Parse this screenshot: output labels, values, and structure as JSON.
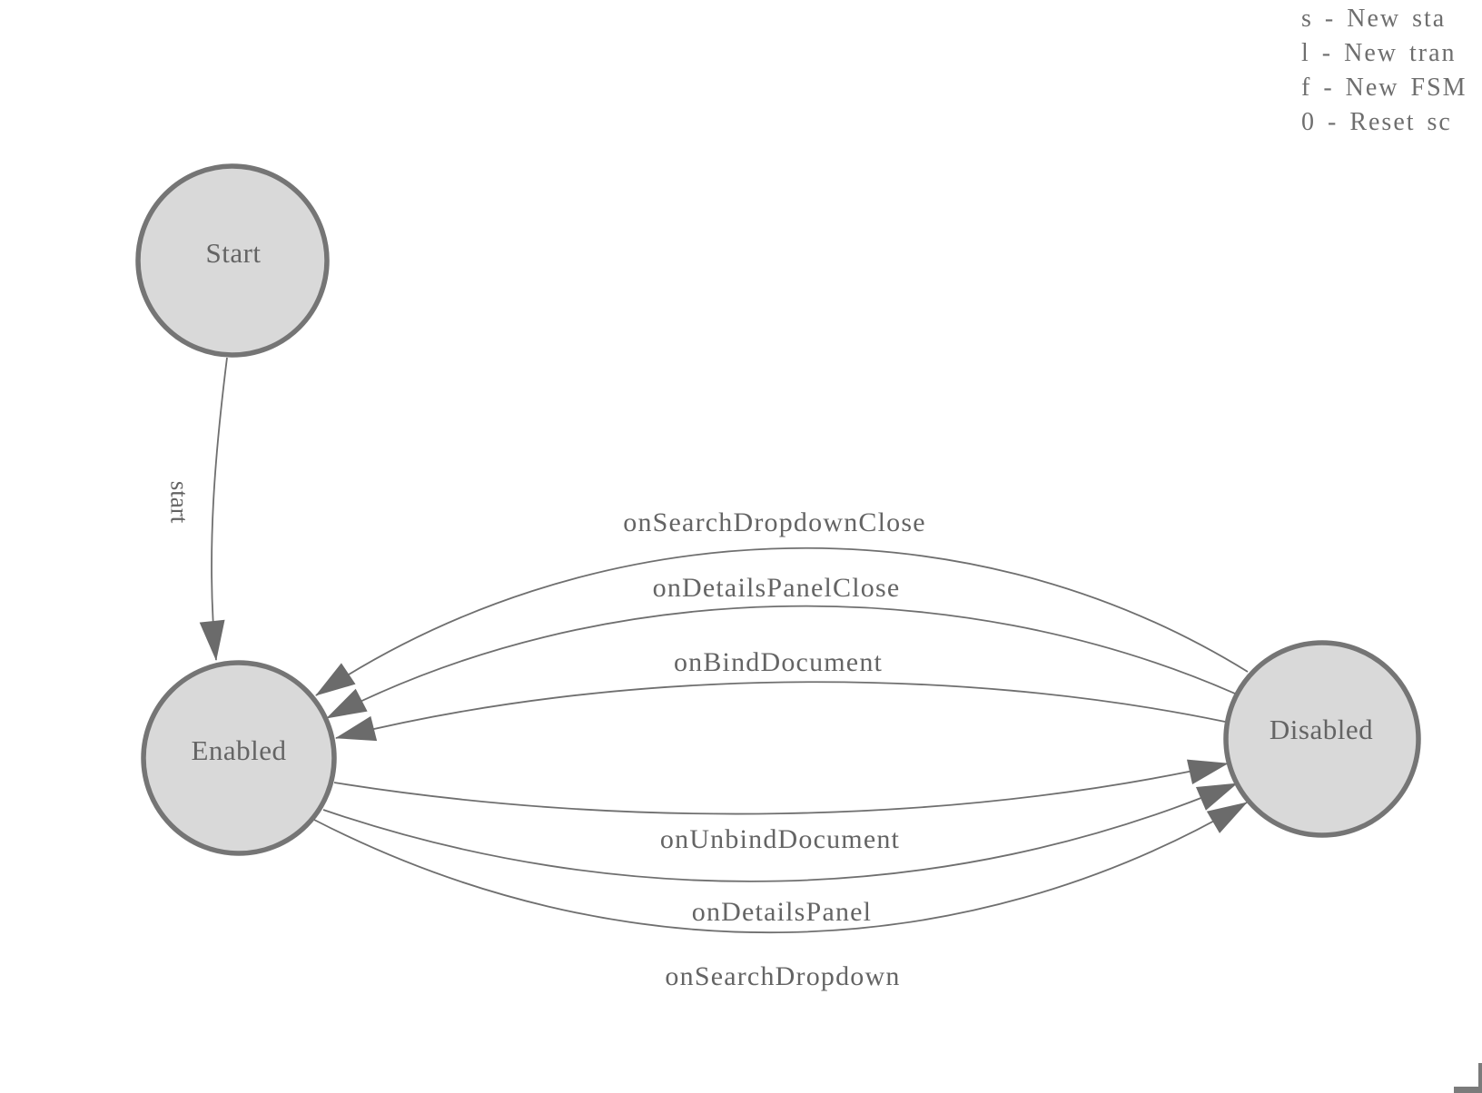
{
  "legend": {
    "lines": [
      "s - New sta",
      "l - New tran",
      "f - New FSM",
      "0 - Reset sc"
    ]
  },
  "diagram": {
    "type": "state-machine",
    "nodes": [
      {
        "id": "start",
        "label": "Start"
      },
      {
        "id": "enabled",
        "label": "Enabled"
      },
      {
        "id": "disabled",
        "label": "Disabled"
      }
    ],
    "edges": [
      {
        "label": "start",
        "from": "Start",
        "to": "Enabled"
      },
      {
        "label": "onSearchDropdownClose",
        "from": "Disabled",
        "to": "Enabled"
      },
      {
        "label": "onDetailsPanelClose",
        "from": "Disabled",
        "to": "Enabled"
      },
      {
        "label": "onBindDocument",
        "from": "Disabled",
        "to": "Enabled"
      },
      {
        "label": "onUnbindDocument",
        "from": "Enabled",
        "to": "Disabled"
      },
      {
        "label": "onDetailsPanel",
        "from": "Enabled",
        "to": "Disabled"
      },
      {
        "label": "onSearchDropdown",
        "from": "Enabled",
        "to": "Disabled"
      }
    ]
  },
  "colors": {
    "node_fill": "#d9d9d9",
    "node_stroke": "#757575",
    "edge_stroke": "#6f6f6f",
    "arrow_fill": "#6b6b6b",
    "label_text": "#646464",
    "legend_text": "#6e6e6e"
  }
}
